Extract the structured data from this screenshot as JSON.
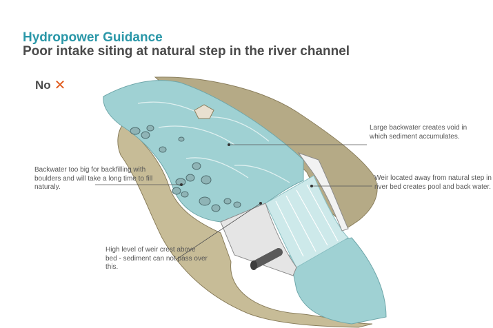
{
  "header": {
    "title": "Hydropower Guidance",
    "subtitle": "Poor intake siting at natural step in the river channel"
  },
  "verdict": {
    "label": "No",
    "mark": "✕"
  },
  "callouts": {
    "void": "Large backwater creates void in which sediment accumulates.",
    "backfill": "Backwater too big for backfilling with boulders and will take a long time to fill naturaly.",
    "weir": "Weir located away from natural step in river bed creates pool and back water.",
    "crest": "High level of weir crest above bed - sediment can not pass over this."
  },
  "colors": {
    "accent": "#2a97a8",
    "mark": "#e05a1c",
    "water": "#9fd1d3",
    "bank": "#b5aa86"
  }
}
